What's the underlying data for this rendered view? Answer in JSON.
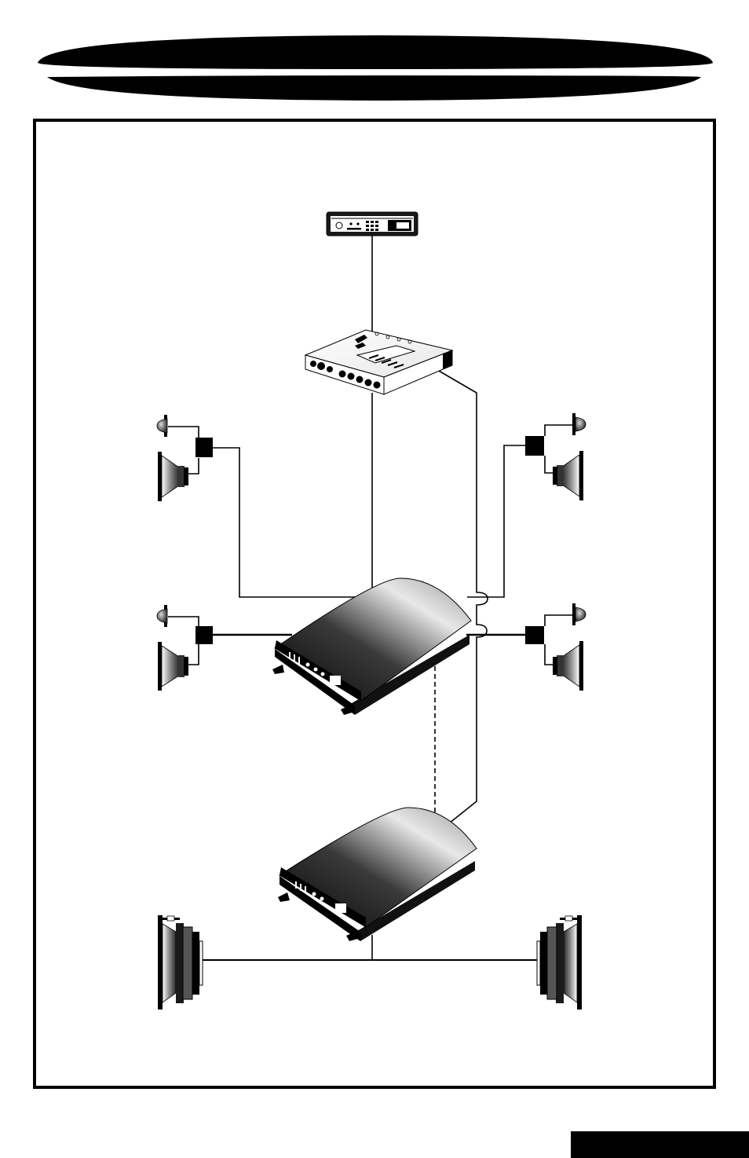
{
  "header": {
    "title": ""
  },
  "page": {
    "number": ""
  },
  "diagram": {
    "caption": "",
    "colors": {
      "ink": "#000000",
      "paper": "#ffffff",
      "metal_light": "#f2f2f2",
      "metal_dark": "#1a1a1a",
      "cone_gray": "#8c8c8c"
    },
    "components": [
      {
        "name": "head-unit",
        "kind": "source"
      },
      {
        "name": "equalizer",
        "kind": "signal-processor"
      },
      {
        "name": "amplifier-1",
        "kind": "amplifier"
      },
      {
        "name": "amplifier-2",
        "kind": "amplifier"
      },
      {
        "name": "crossover-front-left",
        "kind": "passive-crossover"
      },
      {
        "name": "crossover-front-right",
        "kind": "passive-crossover"
      },
      {
        "name": "crossover-rear-left",
        "kind": "passive-crossover"
      },
      {
        "name": "crossover-rear-right",
        "kind": "passive-crossover"
      },
      {
        "name": "subwoofer-left",
        "kind": "subwoofer"
      },
      {
        "name": "subwoofer-right",
        "kind": "subwoofer"
      }
    ]
  }
}
